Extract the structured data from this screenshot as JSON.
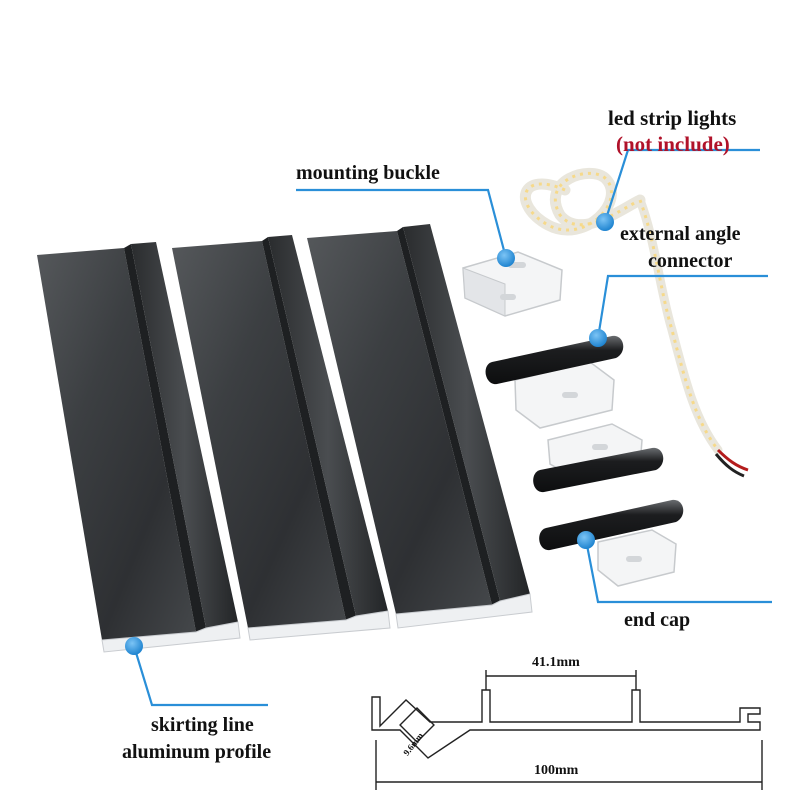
{
  "labels": {
    "led_strip": "led strip lights",
    "not_include": "(not include)",
    "mounting_buckle": "mounting buckle",
    "external_angle_line1": "external angle",
    "external_angle_line2": "connector",
    "end_cap": "end cap",
    "skirting_line1": "skirting line",
    "skirting_line2": "aluminum profile"
  },
  "dimensions": {
    "width_inner": "41.1mm",
    "width_total": "100mm",
    "channel": "9.6mm"
  },
  "colors": {
    "callout_blue": "#2a8fd8",
    "profile_dark": "#3a3d40",
    "not_include_red": "#b0122a"
  }
}
